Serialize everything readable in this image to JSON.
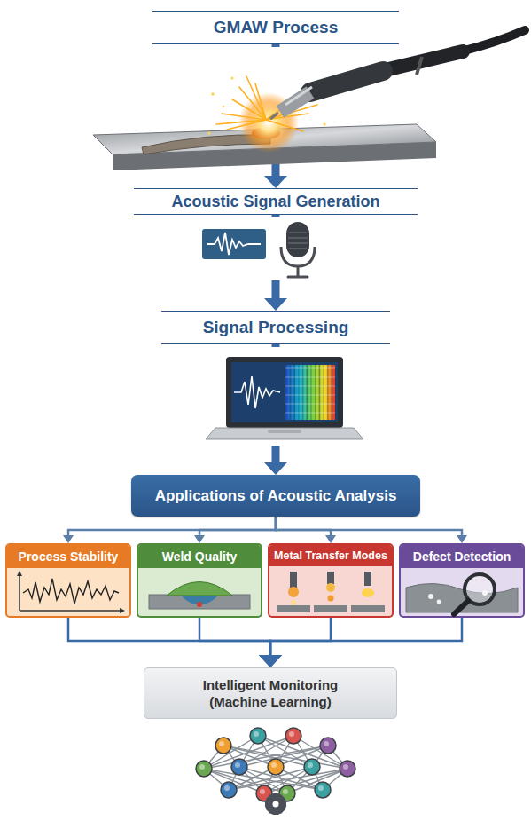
{
  "diagram": {
    "nodes": [
      {
        "text": [
          "GMAW Process"
        ]
      },
      {
        "text": [
          "Acoustic Signal Generation"
        ]
      },
      {
        "text": [
          "Signal Processing"
        ]
      },
      {
        "text": [
          "Applications of Acoustic Analysis"
        ]
      },
      {
        "text": [
          "Process Stability"
        ]
      },
      {
        "text": [
          "Weld Quality"
        ]
      },
      {
        "text": [
          "Metal Transfer Modes"
        ]
      },
      {
        "text": [
          "Defect Detection"
        ]
      },
      {
        "text": [
          "Intelligent Monitoring (Machine Learning)"
        ]
      }
    ],
    "edges": [
      {
        "from": 0,
        "to": 1,
        "arrow": "to"
      },
      {
        "from": 1,
        "to": 2,
        "arrow": "to"
      },
      {
        "from": 2,
        "to": 3,
        "arrow": "to"
      },
      {
        "from": 3,
        "to": 4,
        "arrow": "to"
      },
      {
        "from": 3,
        "to": 5,
        "arrow": "to"
      },
      {
        "from": 3,
        "to": 6,
        "arrow": "to"
      },
      {
        "from": 3,
        "to": 7,
        "arrow": "to"
      },
      {
        "from": 4,
        "to": 8,
        "arrow": "to"
      },
      {
        "from": 5,
        "to": 8,
        "arrow": "to"
      },
      {
        "from": 6,
        "to": 8,
        "arrow": "to"
      },
      {
        "from": 7,
        "to": 8,
        "arrow": "to"
      }
    ]
  }
}
